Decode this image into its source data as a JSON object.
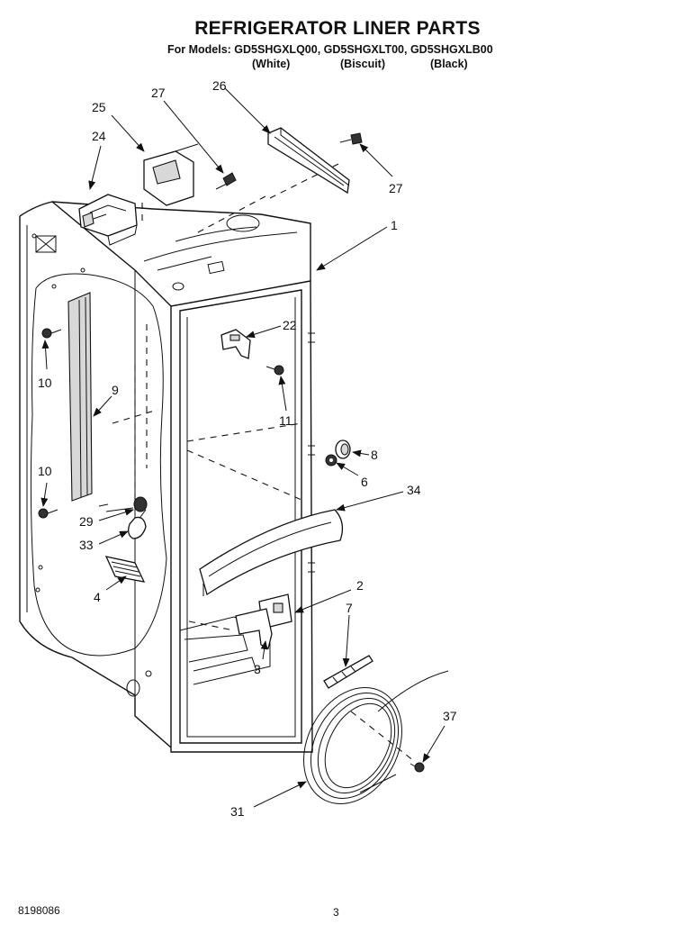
{
  "header": {
    "title": "REFRIGERATOR LINER PARTS",
    "models_line": "For Models: GD5SHGXLQ00, GD5SHGXLT00, GD5SHGXLB00",
    "color_white": "(White)",
    "color_biscuit": "(Biscuit)",
    "color_black": "(Black)"
  },
  "callouts": {
    "c1": "1",
    "c2": "2",
    "c3": "3",
    "c4": "4",
    "c6": "6",
    "c7": "7",
    "c8": "8",
    "c9": "9",
    "c10a": "10",
    "c10b": "10",
    "c11": "11",
    "c22": "22",
    "c24": "24",
    "c25": "25",
    "c26": "26",
    "c27a": "27",
    "c27b": "27",
    "c29": "29",
    "c31": "31",
    "c33": "33",
    "c34": "34",
    "c37": "37"
  },
  "footer": {
    "doc_number": "8198086",
    "page_number": "3"
  }
}
